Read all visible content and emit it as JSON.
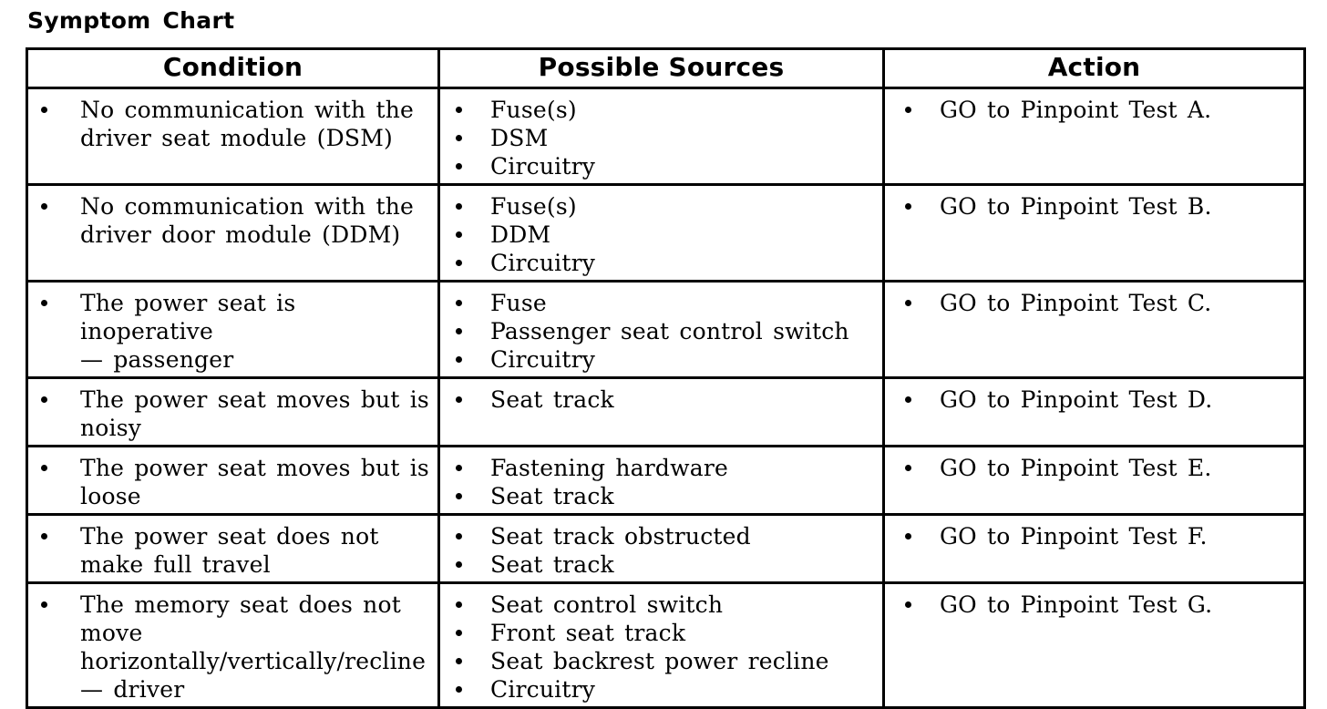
{
  "page": {
    "title": "Symptom Chart"
  },
  "table": {
    "columns": [
      "Condition",
      "Possible Sources",
      "Action"
    ],
    "rows": [
      {
        "condition_lines": [
          "No communication with the",
          "driver seat module (DSM)"
        ],
        "sources": [
          "Fuse(s)",
          "DSM",
          "Circuitry"
        ],
        "action": "GO to Pinpoint Test A."
      },
      {
        "condition_lines": [
          "No communication with the",
          "driver door module (DDM)"
        ],
        "sources": [
          "Fuse(s)",
          "DDM",
          "Circuitry"
        ],
        "action": "GO to Pinpoint Test B."
      },
      {
        "condition_lines": [
          "The power seat is inoperative",
          "— passenger"
        ],
        "sources": [
          "Fuse",
          "Passenger seat control switch",
          "Circuitry"
        ],
        "action": "GO to Pinpoint Test C."
      },
      {
        "condition_lines": [
          "The power seat moves but is",
          "noisy"
        ],
        "sources": [
          "Seat track"
        ],
        "action": "GO to Pinpoint Test D."
      },
      {
        "condition_lines": [
          "The power seat moves but is",
          "loose"
        ],
        "sources": [
          "Fastening hardware",
          "Seat track"
        ],
        "action": "GO to Pinpoint Test E."
      },
      {
        "condition_lines": [
          "The power seat does not",
          "make full travel"
        ],
        "sources": [
          "Seat track obstructed",
          "Seat track"
        ],
        "action": "GO to Pinpoint Test F."
      },
      {
        "condition_lines": [
          "The memory seat does not",
          "move",
          "horizontally/vertically/recline",
          "— driver"
        ],
        "sources": [
          "Seat control switch",
          "Front seat track",
          "Seat backrest power recline",
          "Circuitry"
        ],
        "action": "GO to Pinpoint Test G."
      }
    ]
  }
}
